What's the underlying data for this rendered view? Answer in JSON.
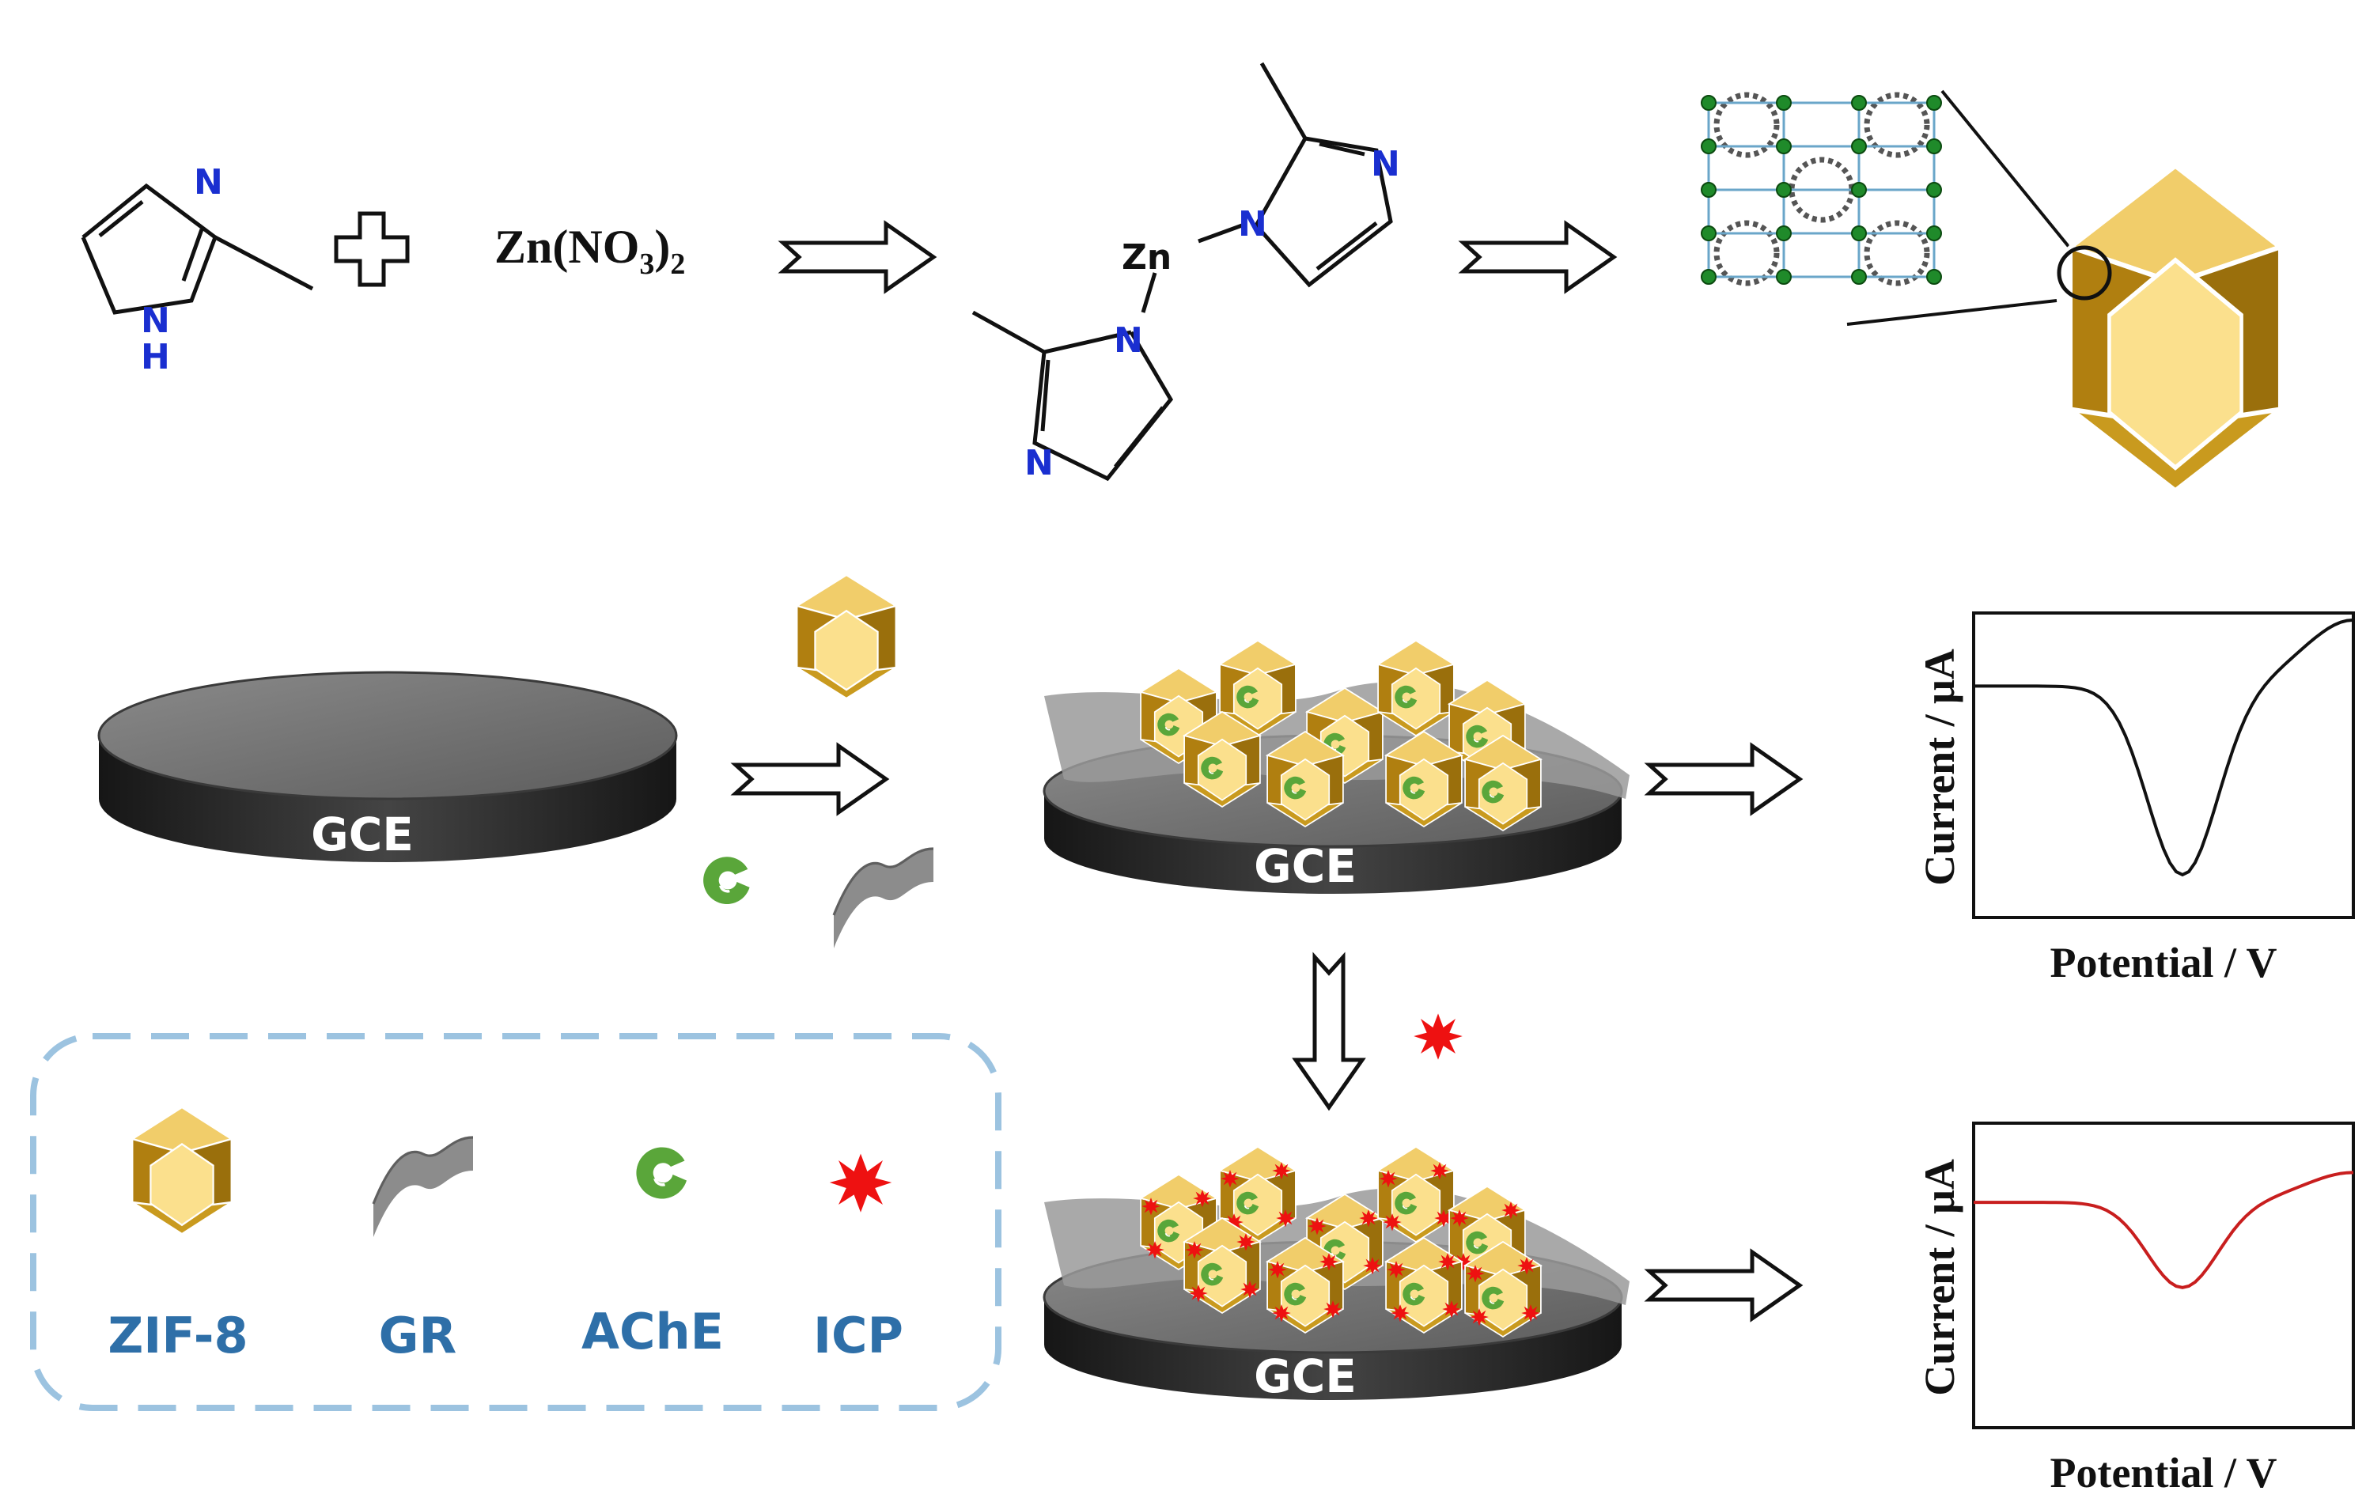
{
  "colors": {
    "zif_light": "#f7d77a",
    "zif_mid": "#e3b43b",
    "zif_dark": "#b8860b",
    "electrode_top": "#767676",
    "electrode_side": "#2a2a2a",
    "graphene": "#8c8c8c",
    "ache": "#5aa63a",
    "icp": "#ee1111",
    "legend_border": "#9cc3e0",
    "legend_text": "#2e6fa8",
    "nitrogen": "#1a2fd0",
    "curve_before": "#111111",
    "curve_after": "#c81e1e"
  },
  "synthesis": {
    "imidazole": {
      "n_top": "N",
      "n_bottom": "N",
      "h": "H"
    },
    "salt": {
      "zn": "Zn(NO",
      "sub1": "3",
      "close": ")",
      "sub2": "2"
    },
    "complex": {
      "zn": "Zn",
      "n1": "N",
      "n2": "N",
      "n3": "N",
      "n4": "N"
    }
  },
  "electrodes": {
    "bare": "GCE",
    "modified": "GCE",
    "inhibited": "GCE"
  },
  "legend": {
    "items": [
      {
        "label": "ZIF-8",
        "icon": "zif8-polyhedron"
      },
      {
        "label": "GR",
        "icon": "graphene-sheet"
      },
      {
        "label": "AChE",
        "icon": "ache-enzyme"
      },
      {
        "label": "ICP",
        "icon": "icp-molecule"
      }
    ]
  },
  "plots": [
    {
      "ylabel": "Current / μA",
      "xlabel": "Potential / V",
      "color": "curve_before"
    },
    {
      "ylabel": "Current / μA",
      "xlabel": "Potential / V",
      "color": "curve_after"
    }
  ]
}
